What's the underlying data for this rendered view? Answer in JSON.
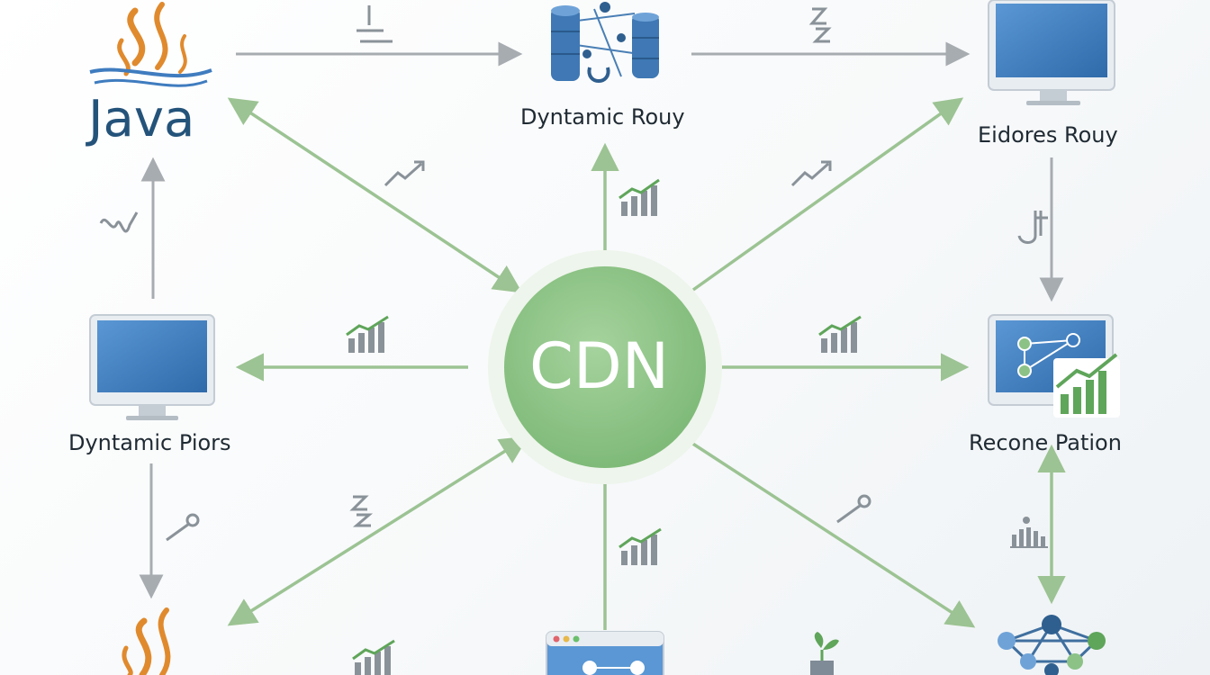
{
  "hub": {
    "label": "CDN",
    "color": "#8cc286"
  },
  "nodes": {
    "java_top": {
      "label": "Java"
    },
    "db_top": {
      "label": "Dyntamic Rouy"
    },
    "monitor_top_right": {
      "label": "Eidores Rouy"
    },
    "monitor_left": {
      "label": "Dyntamic Piors"
    },
    "monitor_right": {
      "label": "Recone Pation"
    }
  },
  "colors": {
    "arrow_green": "#9cc393",
    "arrow_gray": "#a7acb1",
    "java_orange": "#e08a2e",
    "java_blue": "#24537a",
    "monitor_blue": "#3f7cbf",
    "chart_green": "#5fa55a"
  },
  "icons": [
    "java-logo-icon",
    "database-network-icon",
    "monitor-icon",
    "network-graph-icon",
    "growth-chart-icon",
    "browser-window-icon",
    "plant-icon"
  ]
}
